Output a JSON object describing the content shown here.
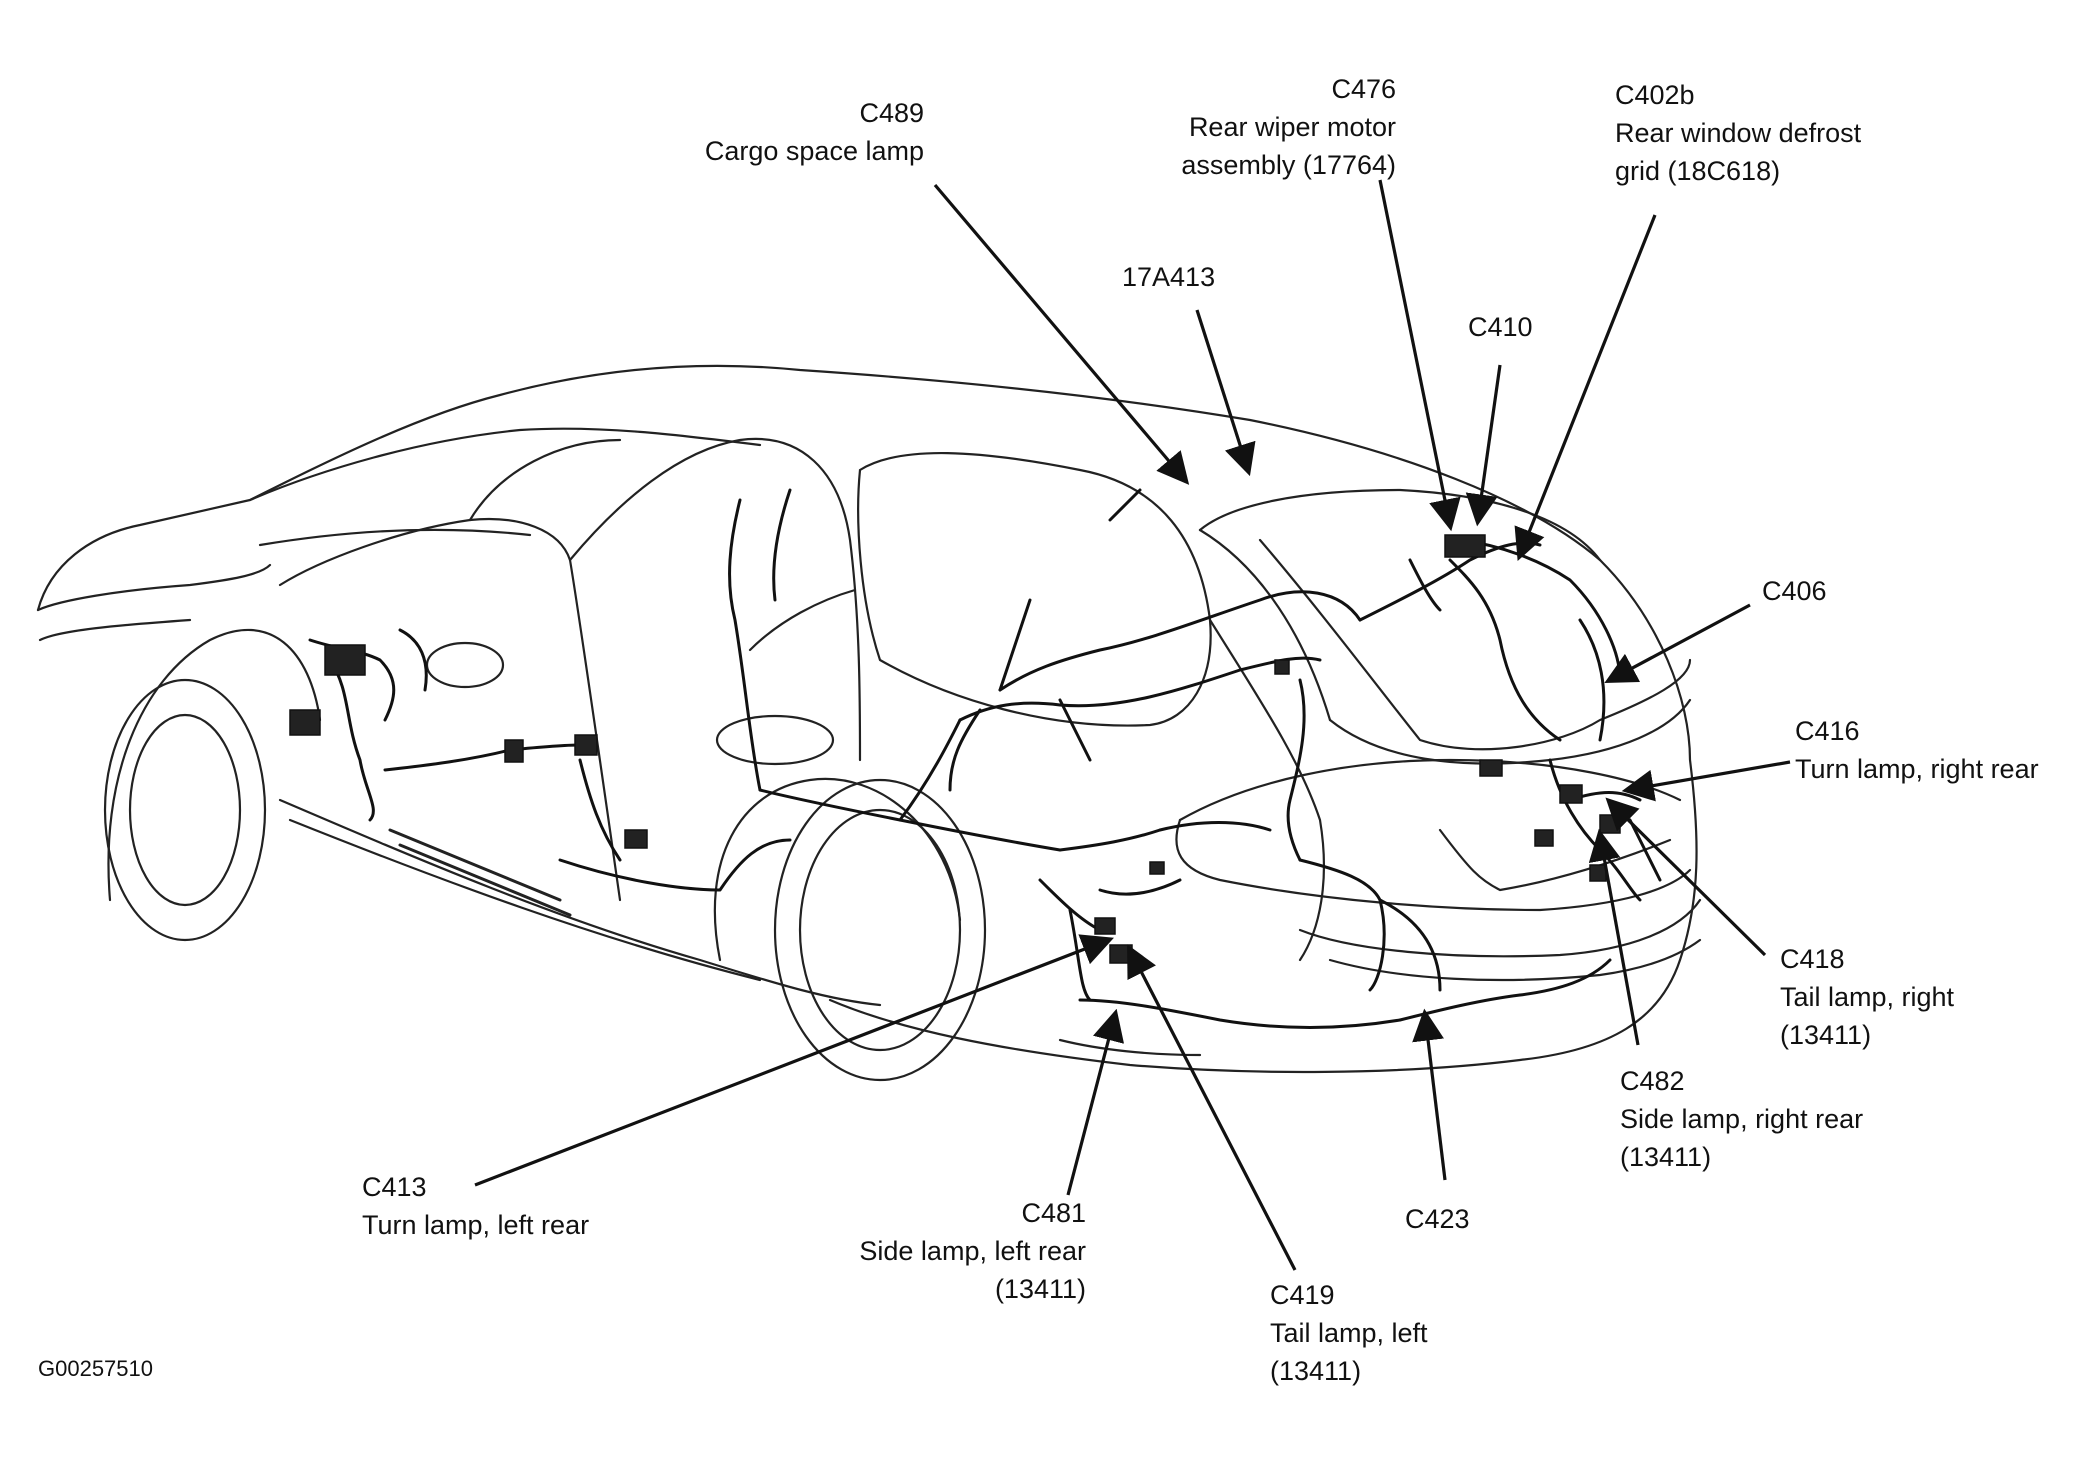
{
  "figure_id": "G00257510",
  "callouts": {
    "c489": {
      "code": "C489",
      "desc": "Cargo space lamp"
    },
    "c476": {
      "code": "C476",
      "desc1": "Rear wiper motor",
      "desc2": "assembly (17764)"
    },
    "c402b": {
      "code": "C402b",
      "desc1": "Rear window defrost",
      "desc2": "grid (18C618)"
    },
    "p17a413": {
      "code": "17A413"
    },
    "c410": {
      "code": "C410"
    },
    "c406": {
      "code": "C406"
    },
    "c416": {
      "code": "C416",
      "desc": "Turn lamp, right rear"
    },
    "c418": {
      "code": "C418",
      "desc1": "Tail lamp, right",
      "desc2": "(13411)"
    },
    "c482": {
      "code": "C482",
      "desc1": "Side lamp, right rear",
      "desc2": "(13411)"
    },
    "c413": {
      "code": "C413",
      "desc": "Turn lamp, left rear"
    },
    "c481": {
      "code": "C481",
      "desc1": "Side lamp, left rear",
      "desc2": "(13411)"
    },
    "c419": {
      "code": "C419",
      "desc1": "Tail lamp, left",
      "desc2": "(13411)"
    },
    "c423": {
      "code": "C423"
    }
  },
  "colors": {
    "line": "#111111",
    "background": "#ffffff"
  },
  "icons": [
    "vehicle-outline",
    "wiring-harness",
    "leader-arrow"
  ]
}
